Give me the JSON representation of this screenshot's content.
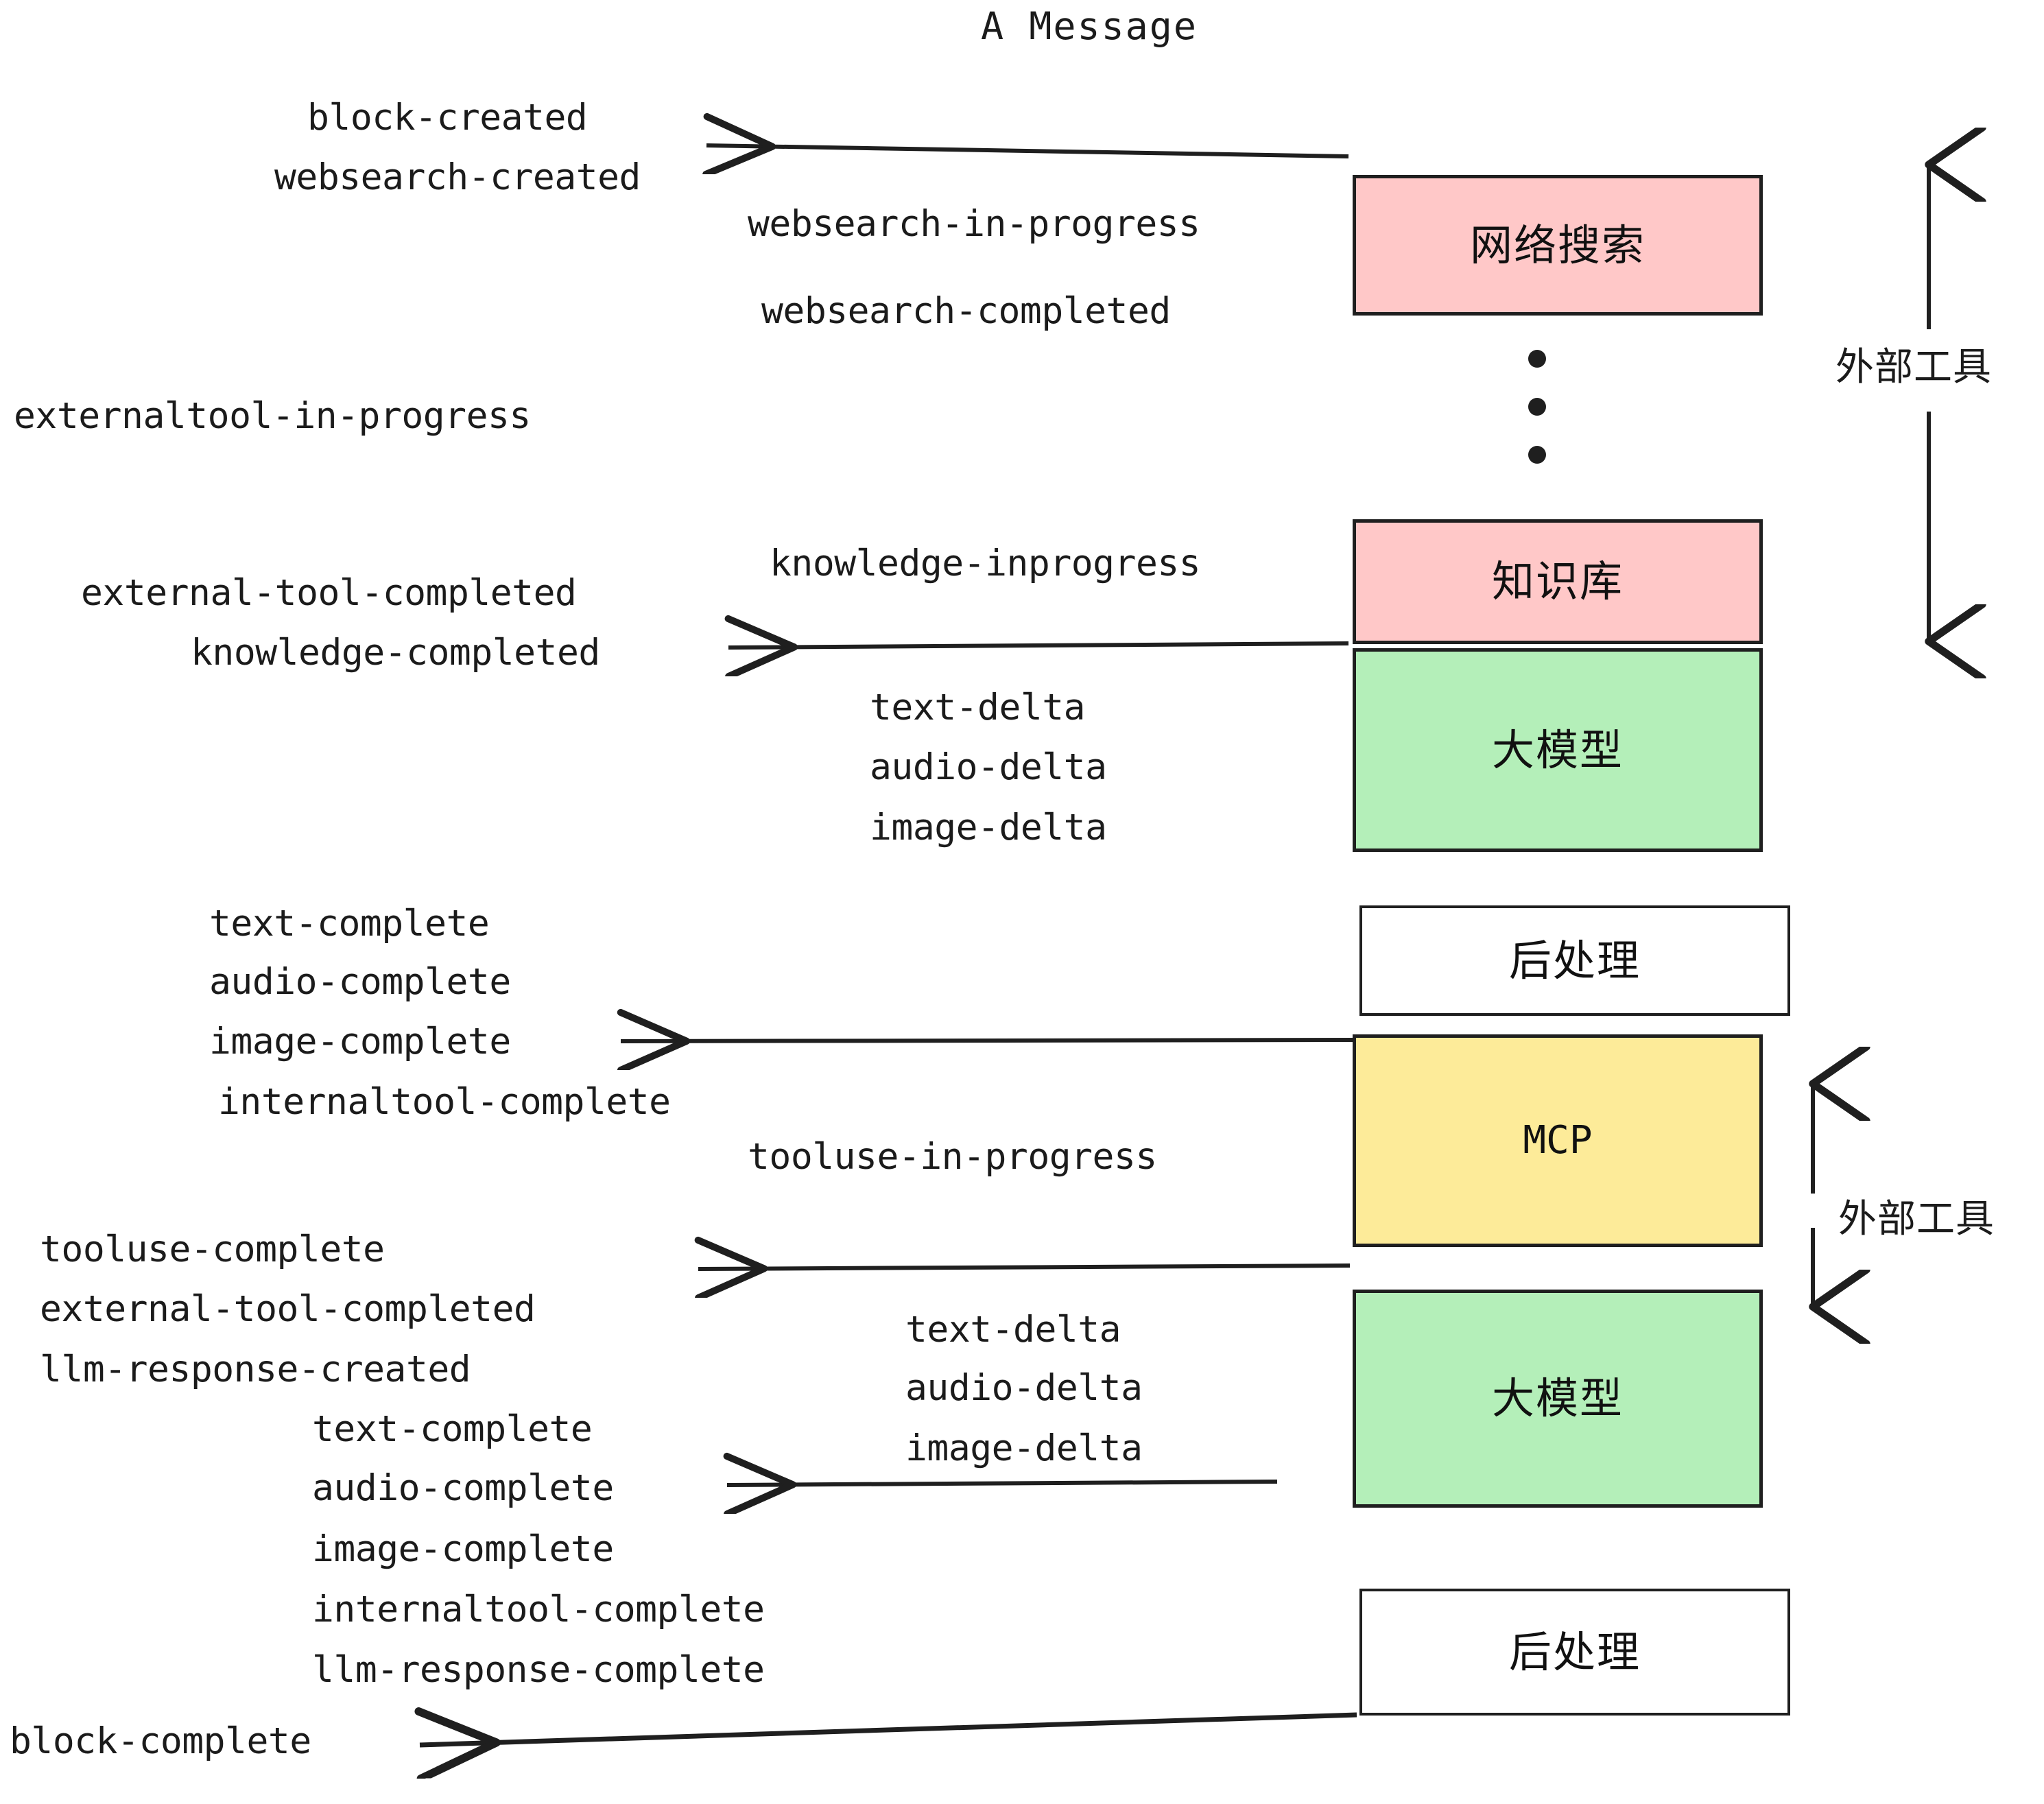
{
  "diagram": {
    "title": "A Message",
    "colors": {
      "pink": "#ffc8c8",
      "green": "#b4efb9",
      "yellow": "#fdeb99",
      "white": "#ffffff",
      "stroke": "#1f1f1f",
      "text": "#1b1b1b"
    },
    "nodes": [
      {
        "id": "websearch",
        "label": "网络搜索",
        "fill": "pink"
      },
      {
        "id": "knowledge",
        "label": "知识库",
        "fill": "pink"
      },
      {
        "id": "llm-1",
        "label": "大模型",
        "fill": "green"
      },
      {
        "id": "postprocess-1",
        "label": "后处理",
        "fill": "white"
      },
      {
        "id": "mcp",
        "label": "MCP",
        "fill": "yellow"
      },
      {
        "id": "llm-2",
        "label": "大模型",
        "fill": "green"
      },
      {
        "id": "postprocess-2",
        "label": "后处理",
        "fill": "white"
      }
    ],
    "side_annotations": [
      {
        "id": "external-tools-top",
        "label": "外部工具"
      },
      {
        "id": "external-tools-bottom",
        "label": "外部工具"
      }
    ],
    "events": [
      {
        "id": "e01",
        "text": "block-created"
      },
      {
        "id": "e02",
        "text": "websearch-created"
      },
      {
        "id": "e03",
        "text": "websearch-in-progress"
      },
      {
        "id": "e04",
        "text": "websearch-completed"
      },
      {
        "id": "e05",
        "text": "externaltool-in-progress"
      },
      {
        "id": "e06",
        "text": "knowledge-inprogress"
      },
      {
        "id": "e07",
        "text": "external-tool-completed"
      },
      {
        "id": "e08",
        "text": "knowledge-completed"
      },
      {
        "id": "e09",
        "text": "text-delta"
      },
      {
        "id": "e10",
        "text": "audio-delta"
      },
      {
        "id": "e11",
        "text": "image-delta"
      },
      {
        "id": "e12",
        "text": "text-complete"
      },
      {
        "id": "e13",
        "text": "audio-complete"
      },
      {
        "id": "e14",
        "text": "image-complete"
      },
      {
        "id": "e15",
        "text": "internaltool-complete"
      },
      {
        "id": "e16",
        "text": "tooluse-in-progress"
      },
      {
        "id": "e17",
        "text": "tooluse-complete"
      },
      {
        "id": "e18",
        "text": "external-tool-completed"
      },
      {
        "id": "e19",
        "text": "llm-response-created"
      },
      {
        "id": "e20",
        "text": "text-delta"
      },
      {
        "id": "e21",
        "text": "audio-delta"
      },
      {
        "id": "e22",
        "text": "image-delta"
      },
      {
        "id": "e23",
        "text": "text-complete"
      },
      {
        "id": "e24",
        "text": "audio-complete"
      },
      {
        "id": "e25",
        "text": "image-complete"
      },
      {
        "id": "e26",
        "text": "internaltool-complete"
      },
      {
        "id": "e27",
        "text": "llm-response-complete"
      },
      {
        "id": "e28",
        "text": "block-complete"
      }
    ],
    "ellipsis_icon": "vertical-ellipsis"
  }
}
